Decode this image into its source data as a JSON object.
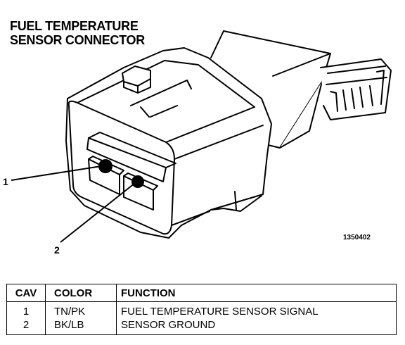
{
  "title_lines": [
    "FUEL TEMPERATURE",
    "SENSOR CONNECTOR"
  ],
  "pins": {
    "pin1": "1",
    "pin2": "2"
  },
  "figure_number": "1350402",
  "table": {
    "headers": {
      "cav": "CAV",
      "color": "COLOR",
      "function": "FUNCTION"
    },
    "rows": [
      {
        "cav": "1",
        "color": "TN/PK",
        "function": "FUEL TEMPERATURE SENSOR SIGNAL"
      },
      {
        "cav": "2",
        "color": "BK/LB",
        "function": "SENSOR GROUND"
      }
    ]
  },
  "colors": {
    "line": "#000000",
    "background": "#ffffff"
  }
}
